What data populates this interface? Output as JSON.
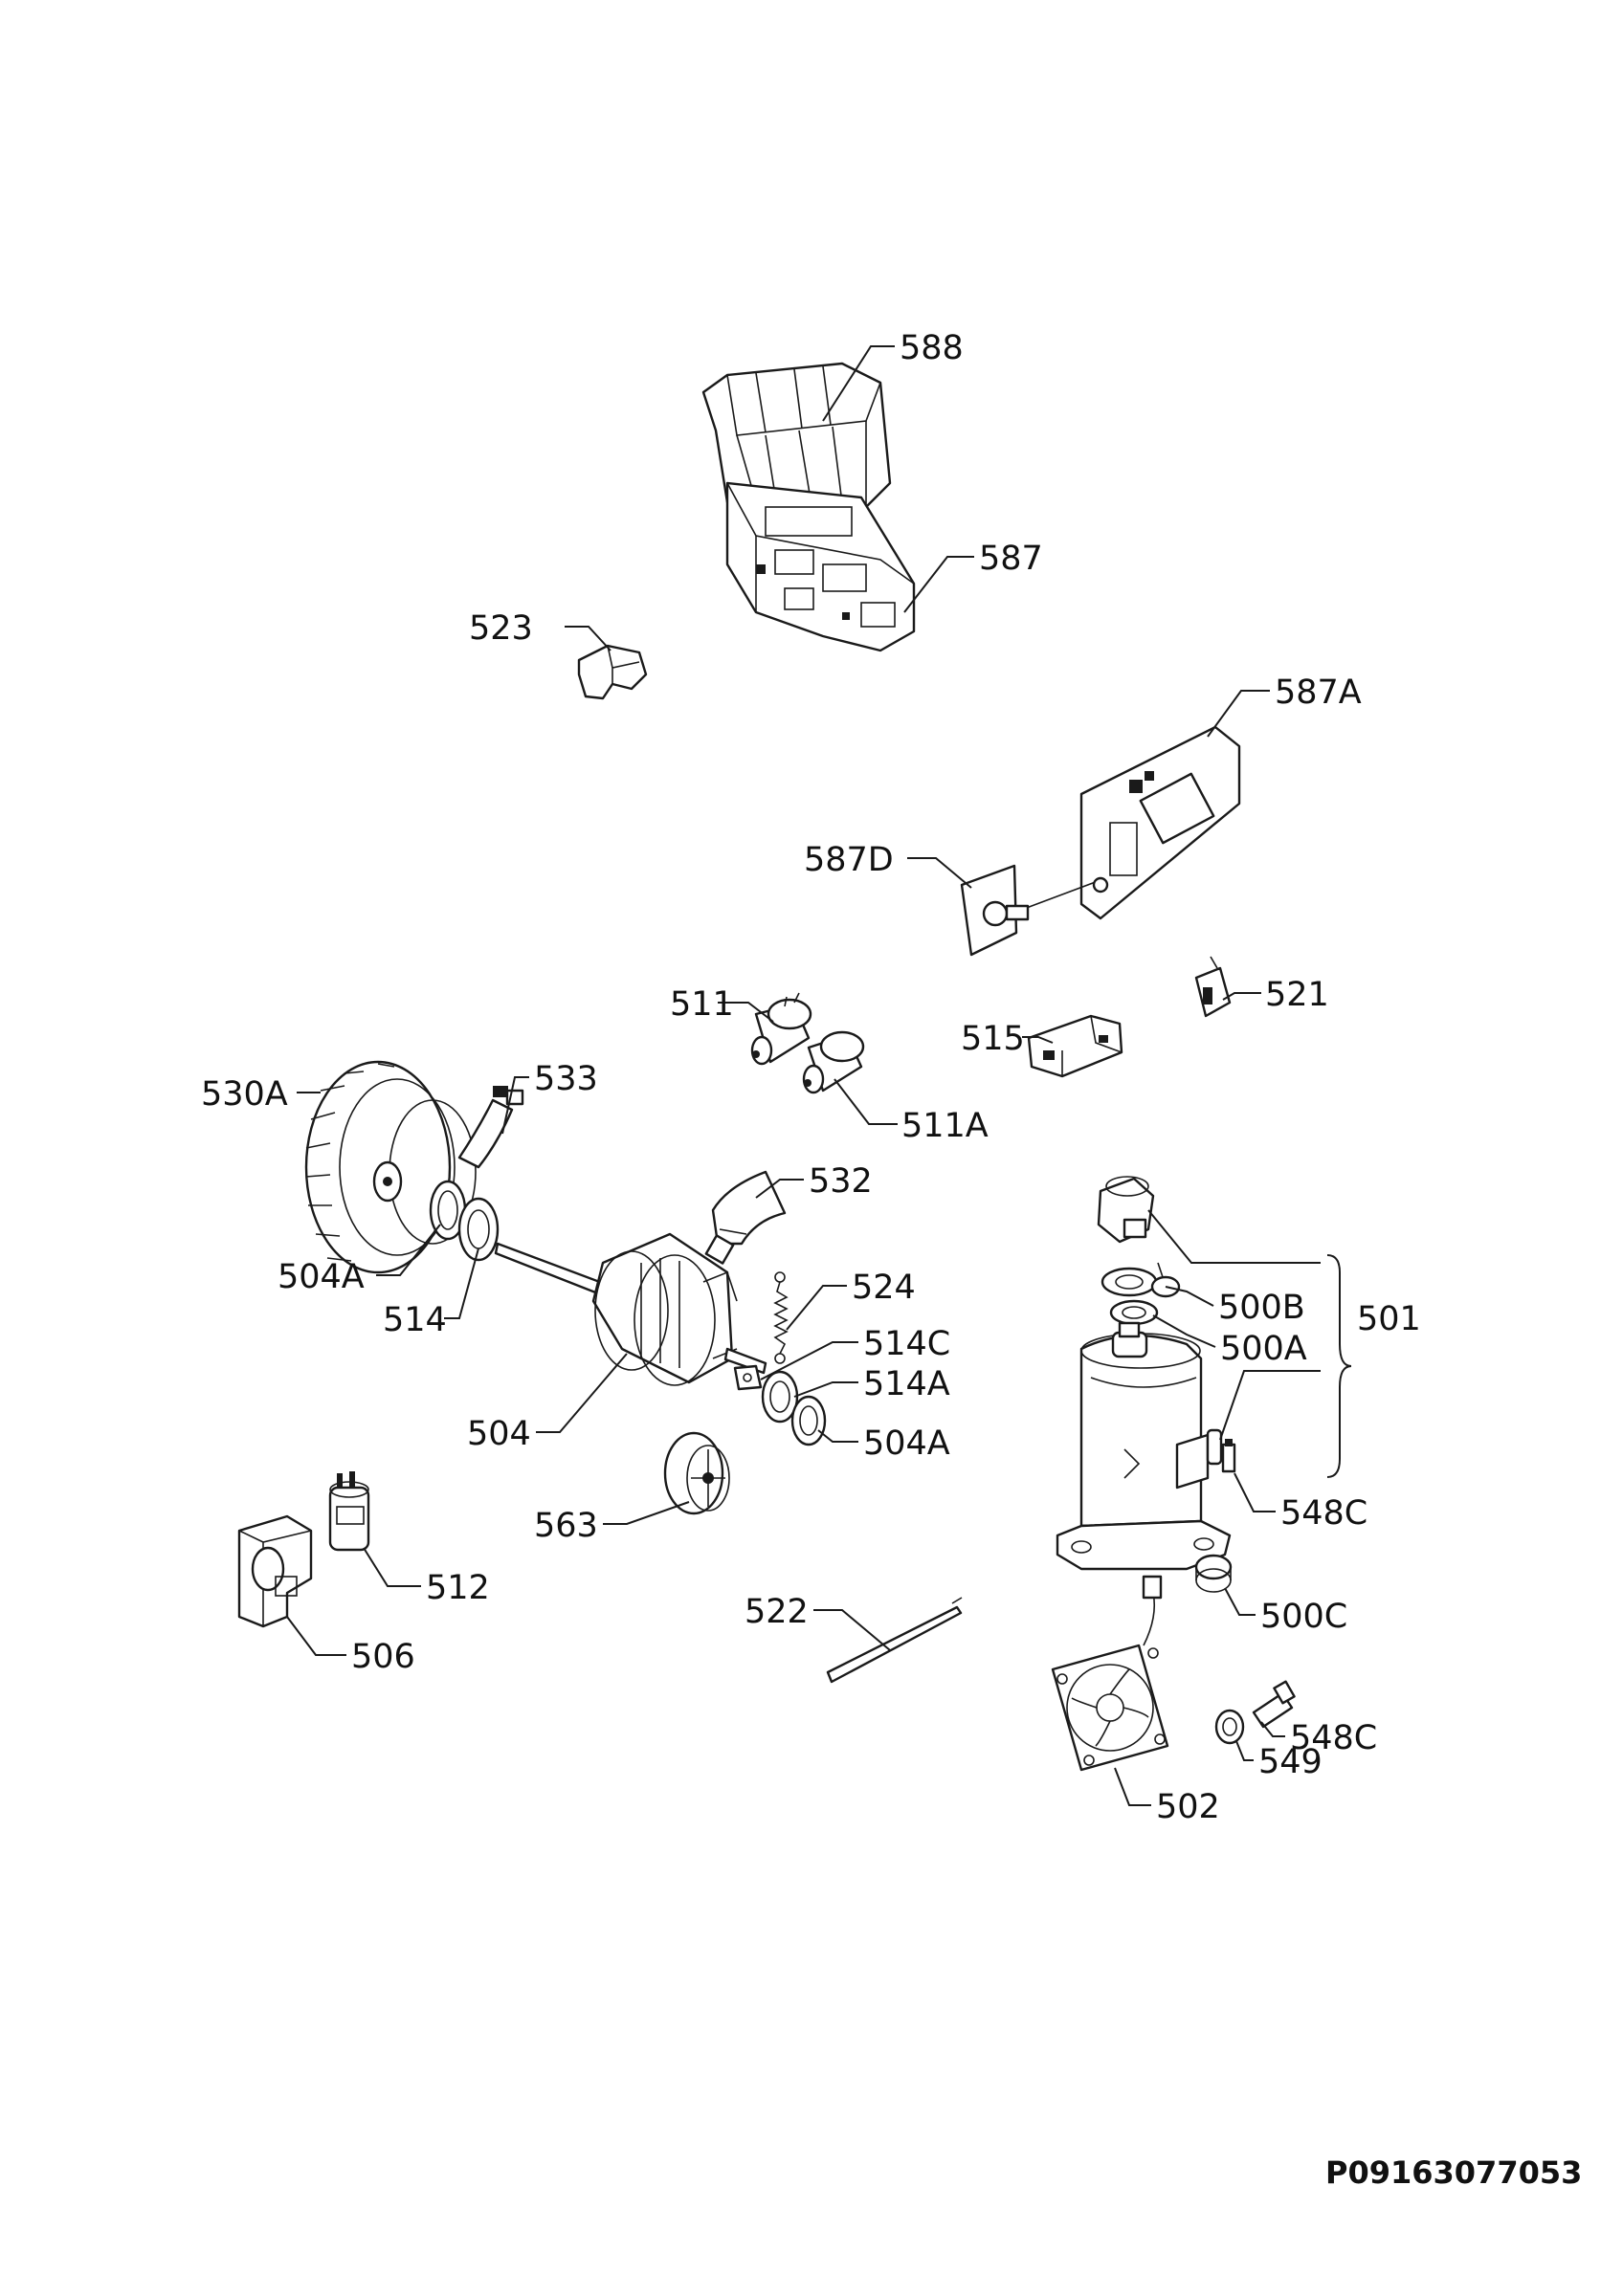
{
  "diagram": {
    "document_code": "P09163077053",
    "part_labels": {
      "p588": "588",
      "p587": "587",
      "p523": "523",
      "p587A": "587A",
      "p587D": "587D",
      "p511": "511",
      "p511A": "511A",
      "p521": "521",
      "p515": "515",
      "p530A": "530A",
      "p533": "533",
      "p532": "532",
      "p504A_1": "504A",
      "p514": "514",
      "p524": "524",
      "p514C": "514C",
      "p514A": "514A",
      "p504A_2": "504A",
      "p504": "504",
      "p563": "563",
      "p512": "512",
      "p506": "506",
      "p522": "522",
      "p500B": "500B",
      "p500A": "500A",
      "p501": "501",
      "p548C_1": "548C",
      "p500C": "500C",
      "p548C_2": "548C",
      "p549": "549",
      "p502": "502"
    }
  }
}
